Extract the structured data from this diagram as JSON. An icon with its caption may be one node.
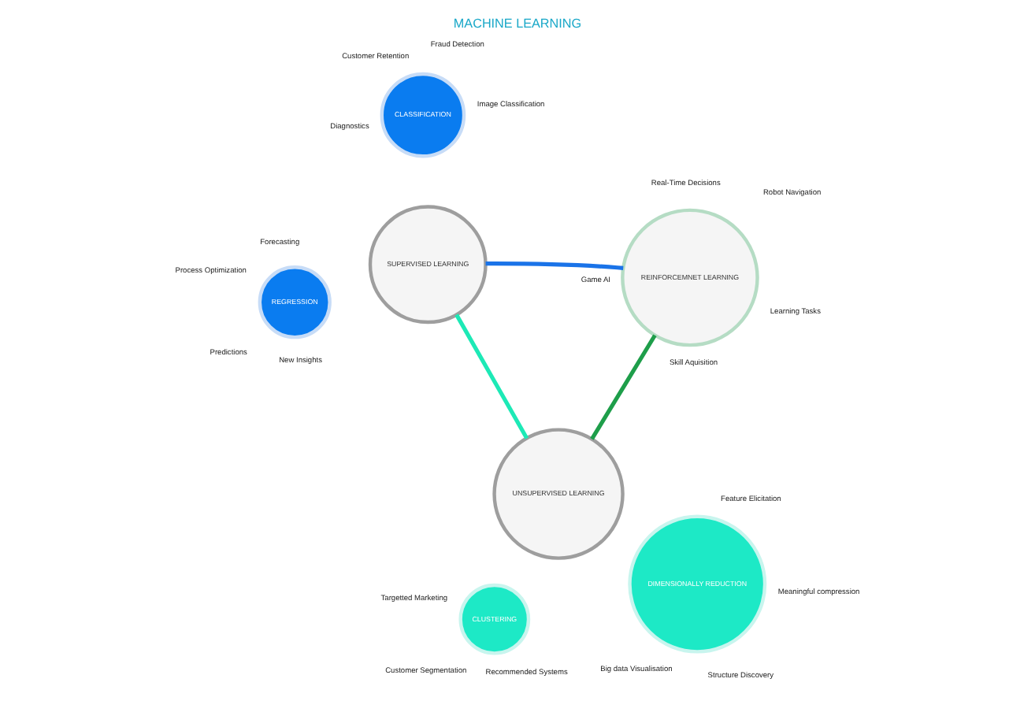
{
  "diagram": {
    "title": "MACHINE LEARNING",
    "nodes": [
      {
        "text": [
          "UNSUPERVISED LEARNING"
        ]
      },
      {
        "text": [
          "DIMENSIONALLY REDUCTION"
        ],
        "beside": [
          "Structure Discovery",
          "Feature Elicitation",
          "Meaningful compression",
          "Big data Visualisation"
        ]
      },
      {
        "text": [
          "CLUSTERING"
        ],
        "beside": [
          "Recommended Systems",
          "Targetted Marketing",
          "Customer Segmentation"
        ]
      },
      {
        "text": [
          "SUPERVISED LEARNING"
        ]
      },
      {
        "text": [
          "CLASSIFICATION"
        ],
        "beside": [
          "Image Classification",
          "Fraud Detection",
          "Customer Retention",
          "Diagnostics"
        ]
      },
      {
        "text": [
          "REGRESSION"
        ],
        "beside": [
          "Forecasting",
          "Predictions",
          "Process Optimization",
          "New Insights"
        ]
      },
      {
        "text": [
          "REINFORCEMNET LEARNING"
        ],
        "beside": [
          "Real-Time Decisions",
          "Robot Navigation",
          "Game AI",
          "Skill Aquisition",
          "Learning Tasks"
        ]
      }
    ],
    "edges": [
      {
        "from": 0,
        "to": 3,
        "arrow": "none",
        "color": "#1de9b6"
      },
      {
        "from": 3,
        "to": 6,
        "arrow": "none",
        "color": "#1a73e8"
      },
      {
        "from": 6,
        "to": 0,
        "arrow": "none",
        "color": "#1e9e4a"
      }
    ]
  }
}
